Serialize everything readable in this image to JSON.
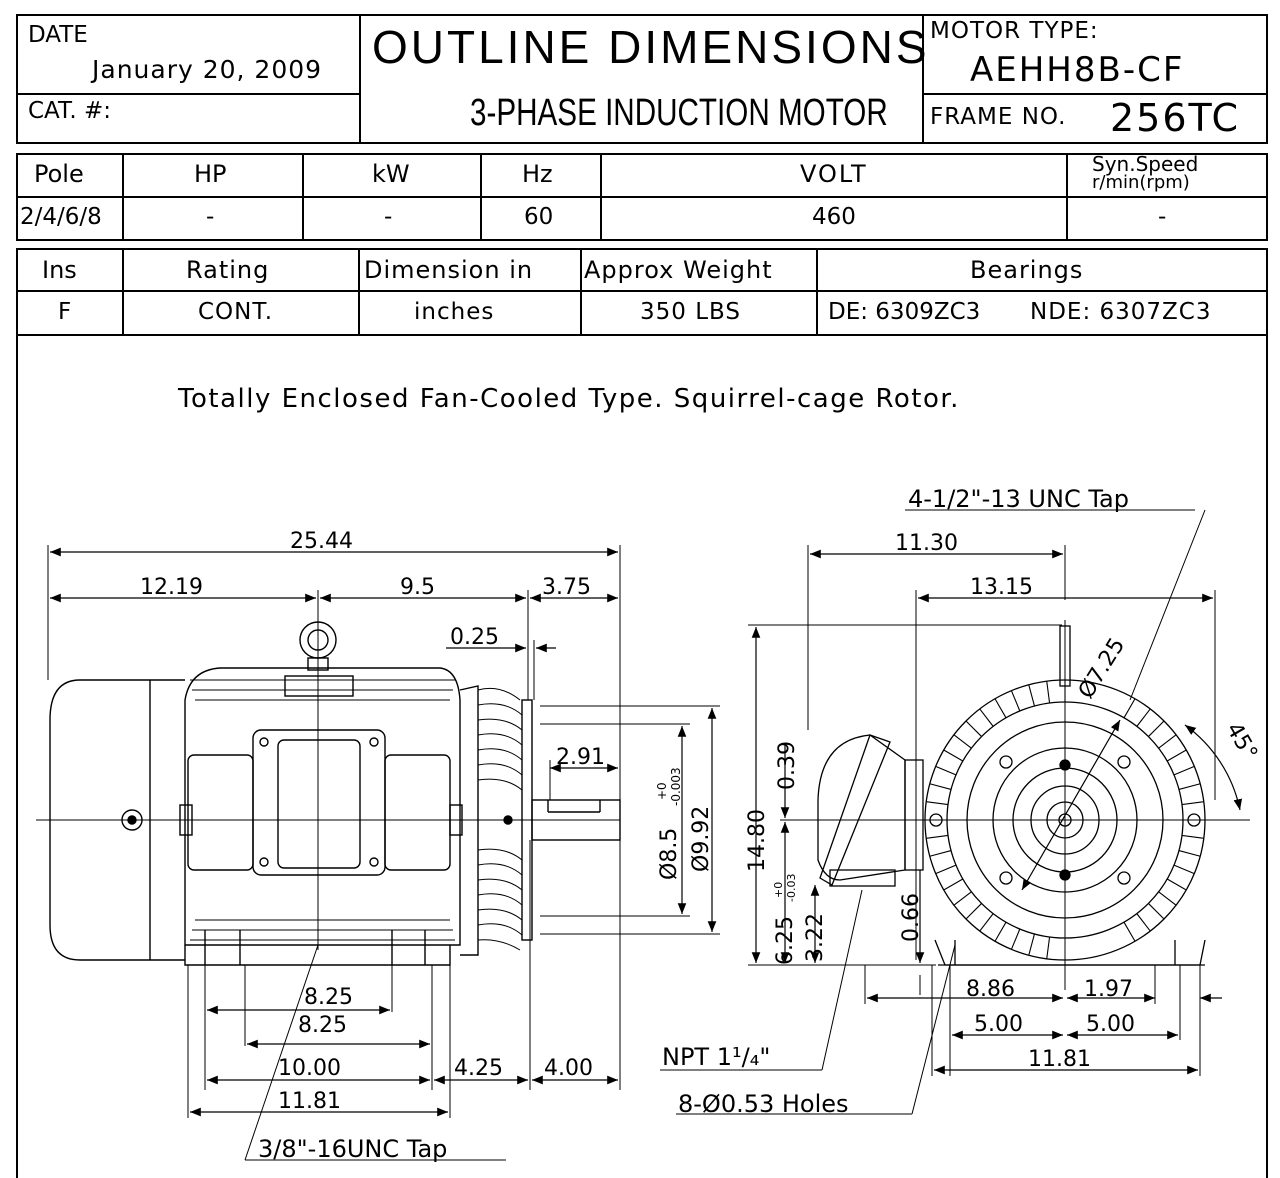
{
  "header": {
    "date_label": "DATE",
    "date_value": "January 20, 2009",
    "cat_label": "CAT. #:",
    "title": "OUTLINE DIMENSIONS",
    "subtitle": "3-PHASE INDUCTION MOTOR",
    "motor_type_label": "MOTOR TYPE:",
    "motor_type_value": "AEHH8B-CF",
    "frame_label": "FRAME NO.",
    "frame_value": "256TC"
  },
  "spec_table_1": {
    "headers": [
      "Pole",
      "HP",
      "kW",
      "Hz",
      "VOLT",
      "Syn.Speed",
      "r/min(rpm)"
    ],
    "values": [
      "2/4/6/8",
      "-",
      "-",
      "60",
      "460",
      "-"
    ]
  },
  "spec_table_2": {
    "headers": [
      "Ins",
      "Rating",
      "Dimension in",
      "Approx Weight",
      "Bearings"
    ],
    "values": [
      "F",
      "CONT.",
      "inches",
      "350 LBS",
      "DE: 6309ZC3",
      "NDE: 6307ZC3"
    ]
  },
  "description": "Totally Enclosed Fan-Cooled Type. Squirrel-cage Rotor.",
  "side_view": {
    "dims": [
      "25.44",
      "12.19",
      "9.5",
      "3.75",
      "0.25",
      "2.91",
      "Ø8.5",
      "+0",
      "-0.003",
      "Ø9.92",
      "8.25",
      "8.25",
      "10.00",
      "4.25",
      "4.00",
      "11.81"
    ],
    "tap_label": "3/8\"-16UNC Tap"
  },
  "front_view": {
    "dims": [
      "11.30",
      "13.15",
      "Ø7.25",
      "45°",
      "0.39",
      "14.80",
      "6.25",
      "+0",
      "-0.03",
      "3.22",
      "0.66",
      "8.86",
      "1.97",
      "5.00",
      "5.00",
      "11.81"
    ],
    "tap_label": "4-1/2\"-13 UNC Tap",
    "npt_label": "NPT 1¹/₄\"",
    "holes_label": "8-Ø0.53 Holes"
  }
}
